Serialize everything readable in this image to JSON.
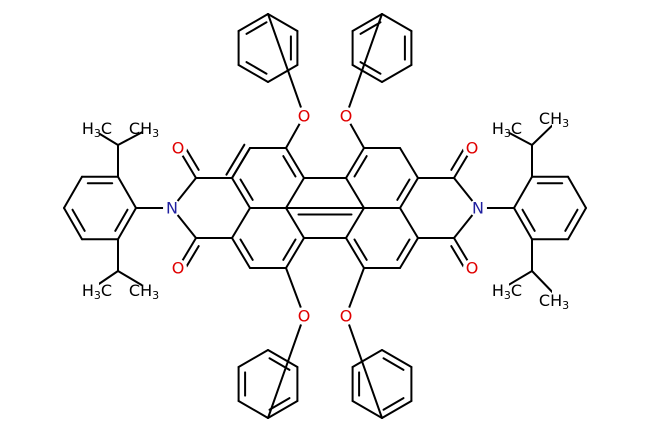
{
  "molecule": {
    "colors": {
      "bond": "#000000",
      "carbon": "#000000",
      "oxygen": "#e00000",
      "nitrogen": "#2020a0"
    },
    "labels": {
      "N": "N",
      "O": "O",
      "ch3": {
        "main": "CH",
        "sub": "3"
      },
      "h3c": {
        "main": "H",
        "sub": "3",
        "tail": "C"
      }
    }
  }
}
